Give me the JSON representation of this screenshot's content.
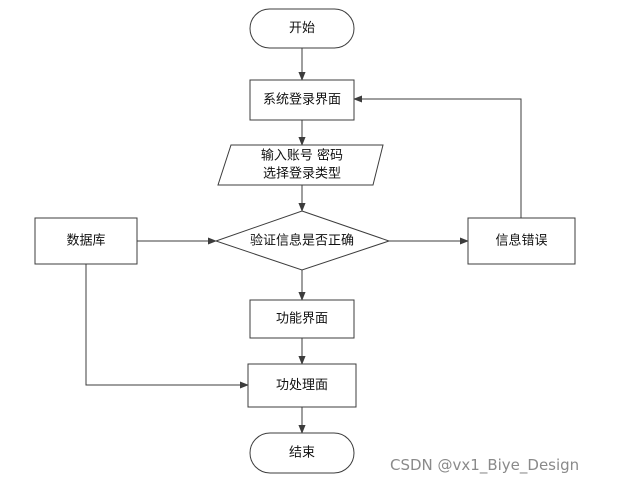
{
  "nodes": {
    "start": "开始",
    "login_ui": "系统登录界面",
    "input_line1": "输入账号 密码",
    "input_line2": "选择登录类型",
    "database": "数据库",
    "verify": "验证信息是否正确",
    "error": "信息错误",
    "func_ui": "功能界面",
    "process_ui": "功处理面",
    "end": "结束"
  },
  "watermark": "CSDN @vx1_Biye_Design",
  "colors": {
    "stroke": "#3c3c3c",
    "fill": "#ffffff",
    "text": "#111111",
    "watermark": "#8a8a8a"
  }
}
